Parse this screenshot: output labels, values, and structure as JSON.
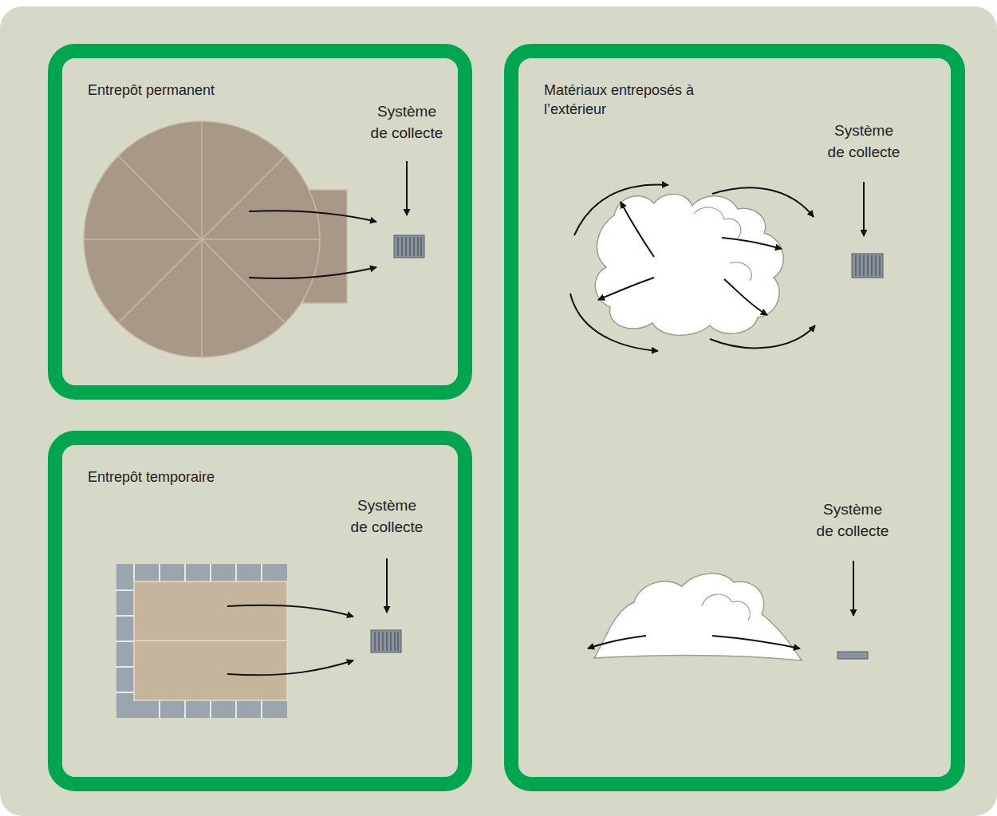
{
  "diagram": {
    "nodes": [
      {
        "text": [
          "Entrepôt permanent"
        ]
      },
      {
        "text": [
          "Entrepôt temporaire"
        ]
      },
      {
        "text": [
          "Matériaux entreposés à l’extérieur"
        ]
      }
    ],
    "labels": [
      "Système de collecte",
      "Système de collecte",
      "Système de collecte",
      "Système de collecte"
    ]
  }
}
